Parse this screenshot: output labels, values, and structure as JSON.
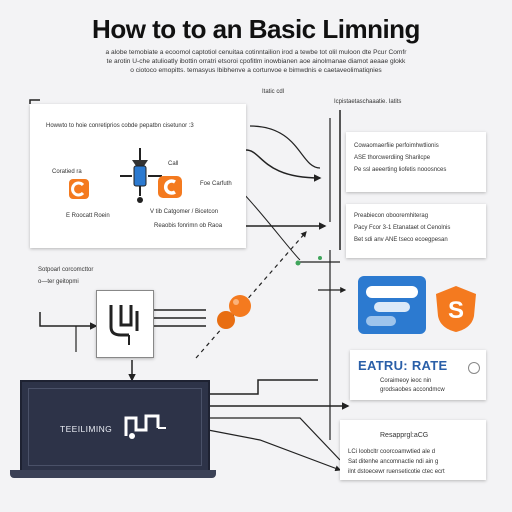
{
  "title": "How to to an Basic Limning",
  "subtitle_lines": [
    "a alobe temobiate a ecoomol captotiol cenuitaa cotinntailion irod a tewbe tot olil muloon dte Pcur Comfr",
    "te arotin U-che atulioatly ibottin orratri etsoroi cpofitlm inowbianen aoe ainolmanae diamot aeaae glokk",
    "o ciotoco emopitts. temasyus lbibhenve a cortunvoe e bimwdnis e caetaveolimatiqnies"
  ],
  "top_labels": {
    "left": "Itatic cdl",
    "right": "Icpistaetaschaaatie. Iatits"
  },
  "left_card": {
    "heading": "Howwto to hoie conretiprios cobde pepatbn cisetunor :3",
    "label_a": "Coratied ra",
    "label_b": "Call",
    "label_c": "Foe Carfuth",
    "label_d": "E Roocatt Roein",
    "label_e": "V tib Catgomer / Bicetcon",
    "label_f": "Reaobis fonrimn ob Raoa"
  },
  "left_mid": {
    "line1": "Sotpoarl corcomcttor",
    "line2": "o—ter geitopmi"
  },
  "right_card_1": [
    "Cowaomaerfiie perfoimhwtlionis",
    "ASE thorcwerdiing Sharilcpe",
    "Pe ssl aeeerting liofetis nooosnces"
  ],
  "right_card_2": [
    "Preabiecon obooremhiterag",
    "Pacy Fcor 3-1 Etanataet ot Cenolnis",
    "Bet sdi anv ANE tseco ecoegpesan"
  ],
  "rate_card": {
    "title": "EATRU: RATE",
    "line1": "Coraimeoy ieoc nin",
    "line2": "grodsaobes accondmcw"
  },
  "bottom_right_card": {
    "title": "Resapprgl:aCG",
    "line1": "LCi Ioobcltr coorcoamwtied ale d",
    "line2": "Sat ditenhe ancomnactie ndi ain g",
    "line3": "ilnt dstoecewr ruenseticotie ctec ecrt"
  },
  "dark_panel": {
    "label": "TEEILIMING"
  },
  "colors": {
    "accent_orange": "#f47a1f",
    "accent_blue": "#2c7ad0",
    "navy": "#2d3348",
    "rate_blue": "#2a5fa8"
  },
  "icons": [
    "dropper-icon",
    "orange-c-icon",
    "blue-stack-icon",
    "orange-shield-s-icon",
    "circuit-plug-icon",
    "orange-balls-icon",
    "arrow-icon"
  ]
}
